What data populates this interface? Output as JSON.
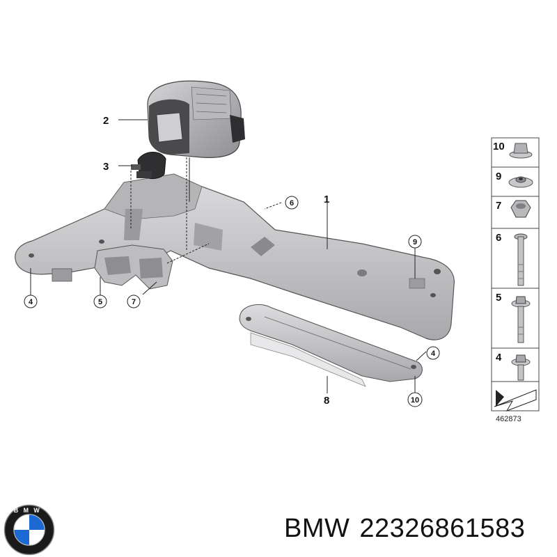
{
  "parts_legend": [
    {
      "id": "part-1",
      "label": "1"
    },
    {
      "id": "part-2",
      "label": "2"
    },
    {
      "id": "part-3",
      "label": "3"
    },
    {
      "id": "part-8",
      "label": "8"
    },
    {
      "id": "call-4a",
      "label": "4"
    },
    {
      "id": "call-5",
      "label": "5"
    },
    {
      "id": "call-7",
      "label": "7"
    },
    {
      "id": "call-6",
      "label": "6"
    },
    {
      "id": "call-9",
      "label": "9"
    },
    {
      "id": "call-4b",
      "label": "4"
    },
    {
      "id": "call-10",
      "label": "10"
    }
  ],
  "hardware_column": [
    {
      "number": "10",
      "part": "nut-with-washer"
    },
    {
      "number": "9",
      "part": "collar-nut"
    },
    {
      "number": "7",
      "part": "hex-nut"
    },
    {
      "number": "6",
      "part": "long-bolt"
    },
    {
      "number": "5",
      "part": "bolt-with-washer"
    },
    {
      "number": "4",
      "part": "short-bolt"
    }
  ],
  "diagram_ref": "462873",
  "brand": "BMW",
  "part_number": "22326861583",
  "logo_text": "BMW",
  "colors": {
    "part_fill": "#c7c7c9",
    "part_shade": "#9e9ea2",
    "line": "#333333",
    "logo_blue": "#1c69d4"
  }
}
